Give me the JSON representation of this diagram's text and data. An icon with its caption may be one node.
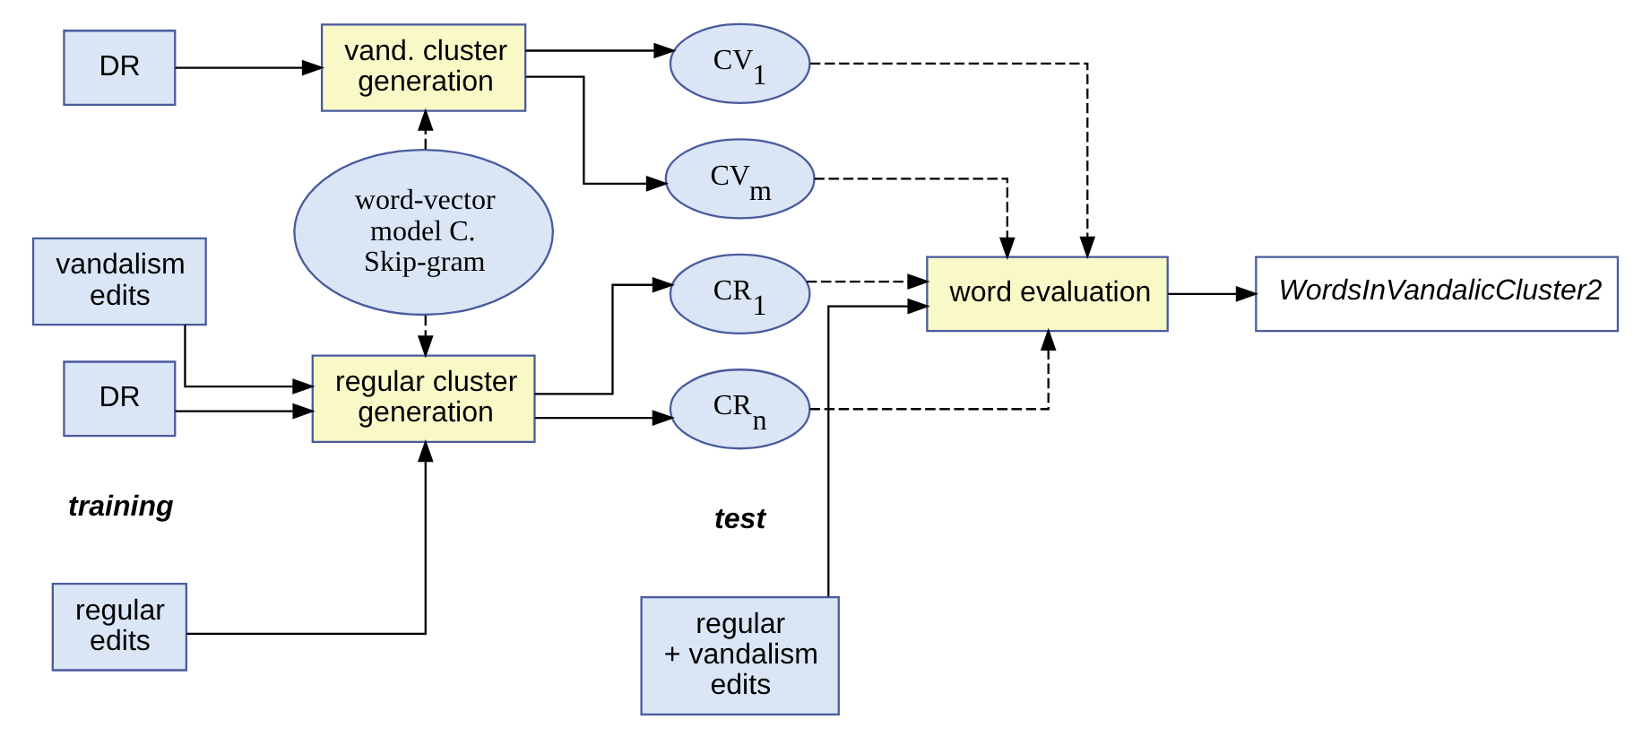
{
  "diagram": {
    "nodes": [
      {
        "text": [
          "regular edits"
        ]
      },
      {
        "text": [
          "vandalism edits"
        ]
      },
      {
        "text": [
          "DR"
        ]
      },
      {
        "text": [
          "DR"
        ]
      },
      {
        "text": [
          "regular cluster generation"
        ]
      },
      {
        "text": [
          "word-vector model C. Skip-gram"
        ]
      },
      {
        "text": [
          "vand. cluster generation"
        ]
      },
      {
        "text": [
          "CR$_{1}$"
        ]
      },
      {
        "text": [
          "CR$_{n}$"
        ]
      },
      {
        "text": [
          "CV$_{1}$"
        ]
      },
      {
        "text": [
          "CV$_{m}$"
        ]
      },
      {
        "text": [
          "word evaluation"
        ]
      },
      {
        "text": [
          "regular + vandalism edits"
        ]
      },
      {
        "text": [
          "WordsInVandalicCluster2"
        ]
      }
    ],
    "edges": [
      {
        "from": 0,
        "to": 4,
        "arrow": "to"
      },
      {
        "from": 1,
        "to": 4,
        "arrow": "to"
      },
      {
        "from": 2,
        "to": 4,
        "arrow": "to"
      },
      {
        "from": 3,
        "to": 6,
        "arrow": "to"
      },
      {
        "from": 5,
        "to": 4,
        "arrow": "to",
        "style": "dashed"
      },
      {
        "from": 5,
        "to": 6,
        "arrow": "to",
        "style": "dashed"
      },
      {
        "from": 4,
        "to": 7,
        "arrow": "to"
      },
      {
        "from": 4,
        "to": 8,
        "arrow": "to"
      },
      {
        "from": 6,
        "to": 9,
        "arrow": "to"
      },
      {
        "from": 6,
        "to": 10,
        "arrow": "to"
      },
      {
        "from": 7,
        "to": 11,
        "arrow": "to",
        "style": "dashed"
      },
      {
        "from": 8,
        "to": 11,
        "arrow": "to",
        "style": "dashed"
      },
      {
        "from": 9,
        "to": 11,
        "arrow": "to",
        "style": "dashed"
      },
      {
        "from": 10,
        "to": 11,
        "arrow": "to",
        "style": "dashed"
      },
      {
        "from": 12,
        "to": 11,
        "arrow": "to"
      },
      {
        "from": 11,
        "to": 13,
        "arrow": "to"
      }
    ],
    "labels": [
      "training",
      "test"
    ]
  }
}
